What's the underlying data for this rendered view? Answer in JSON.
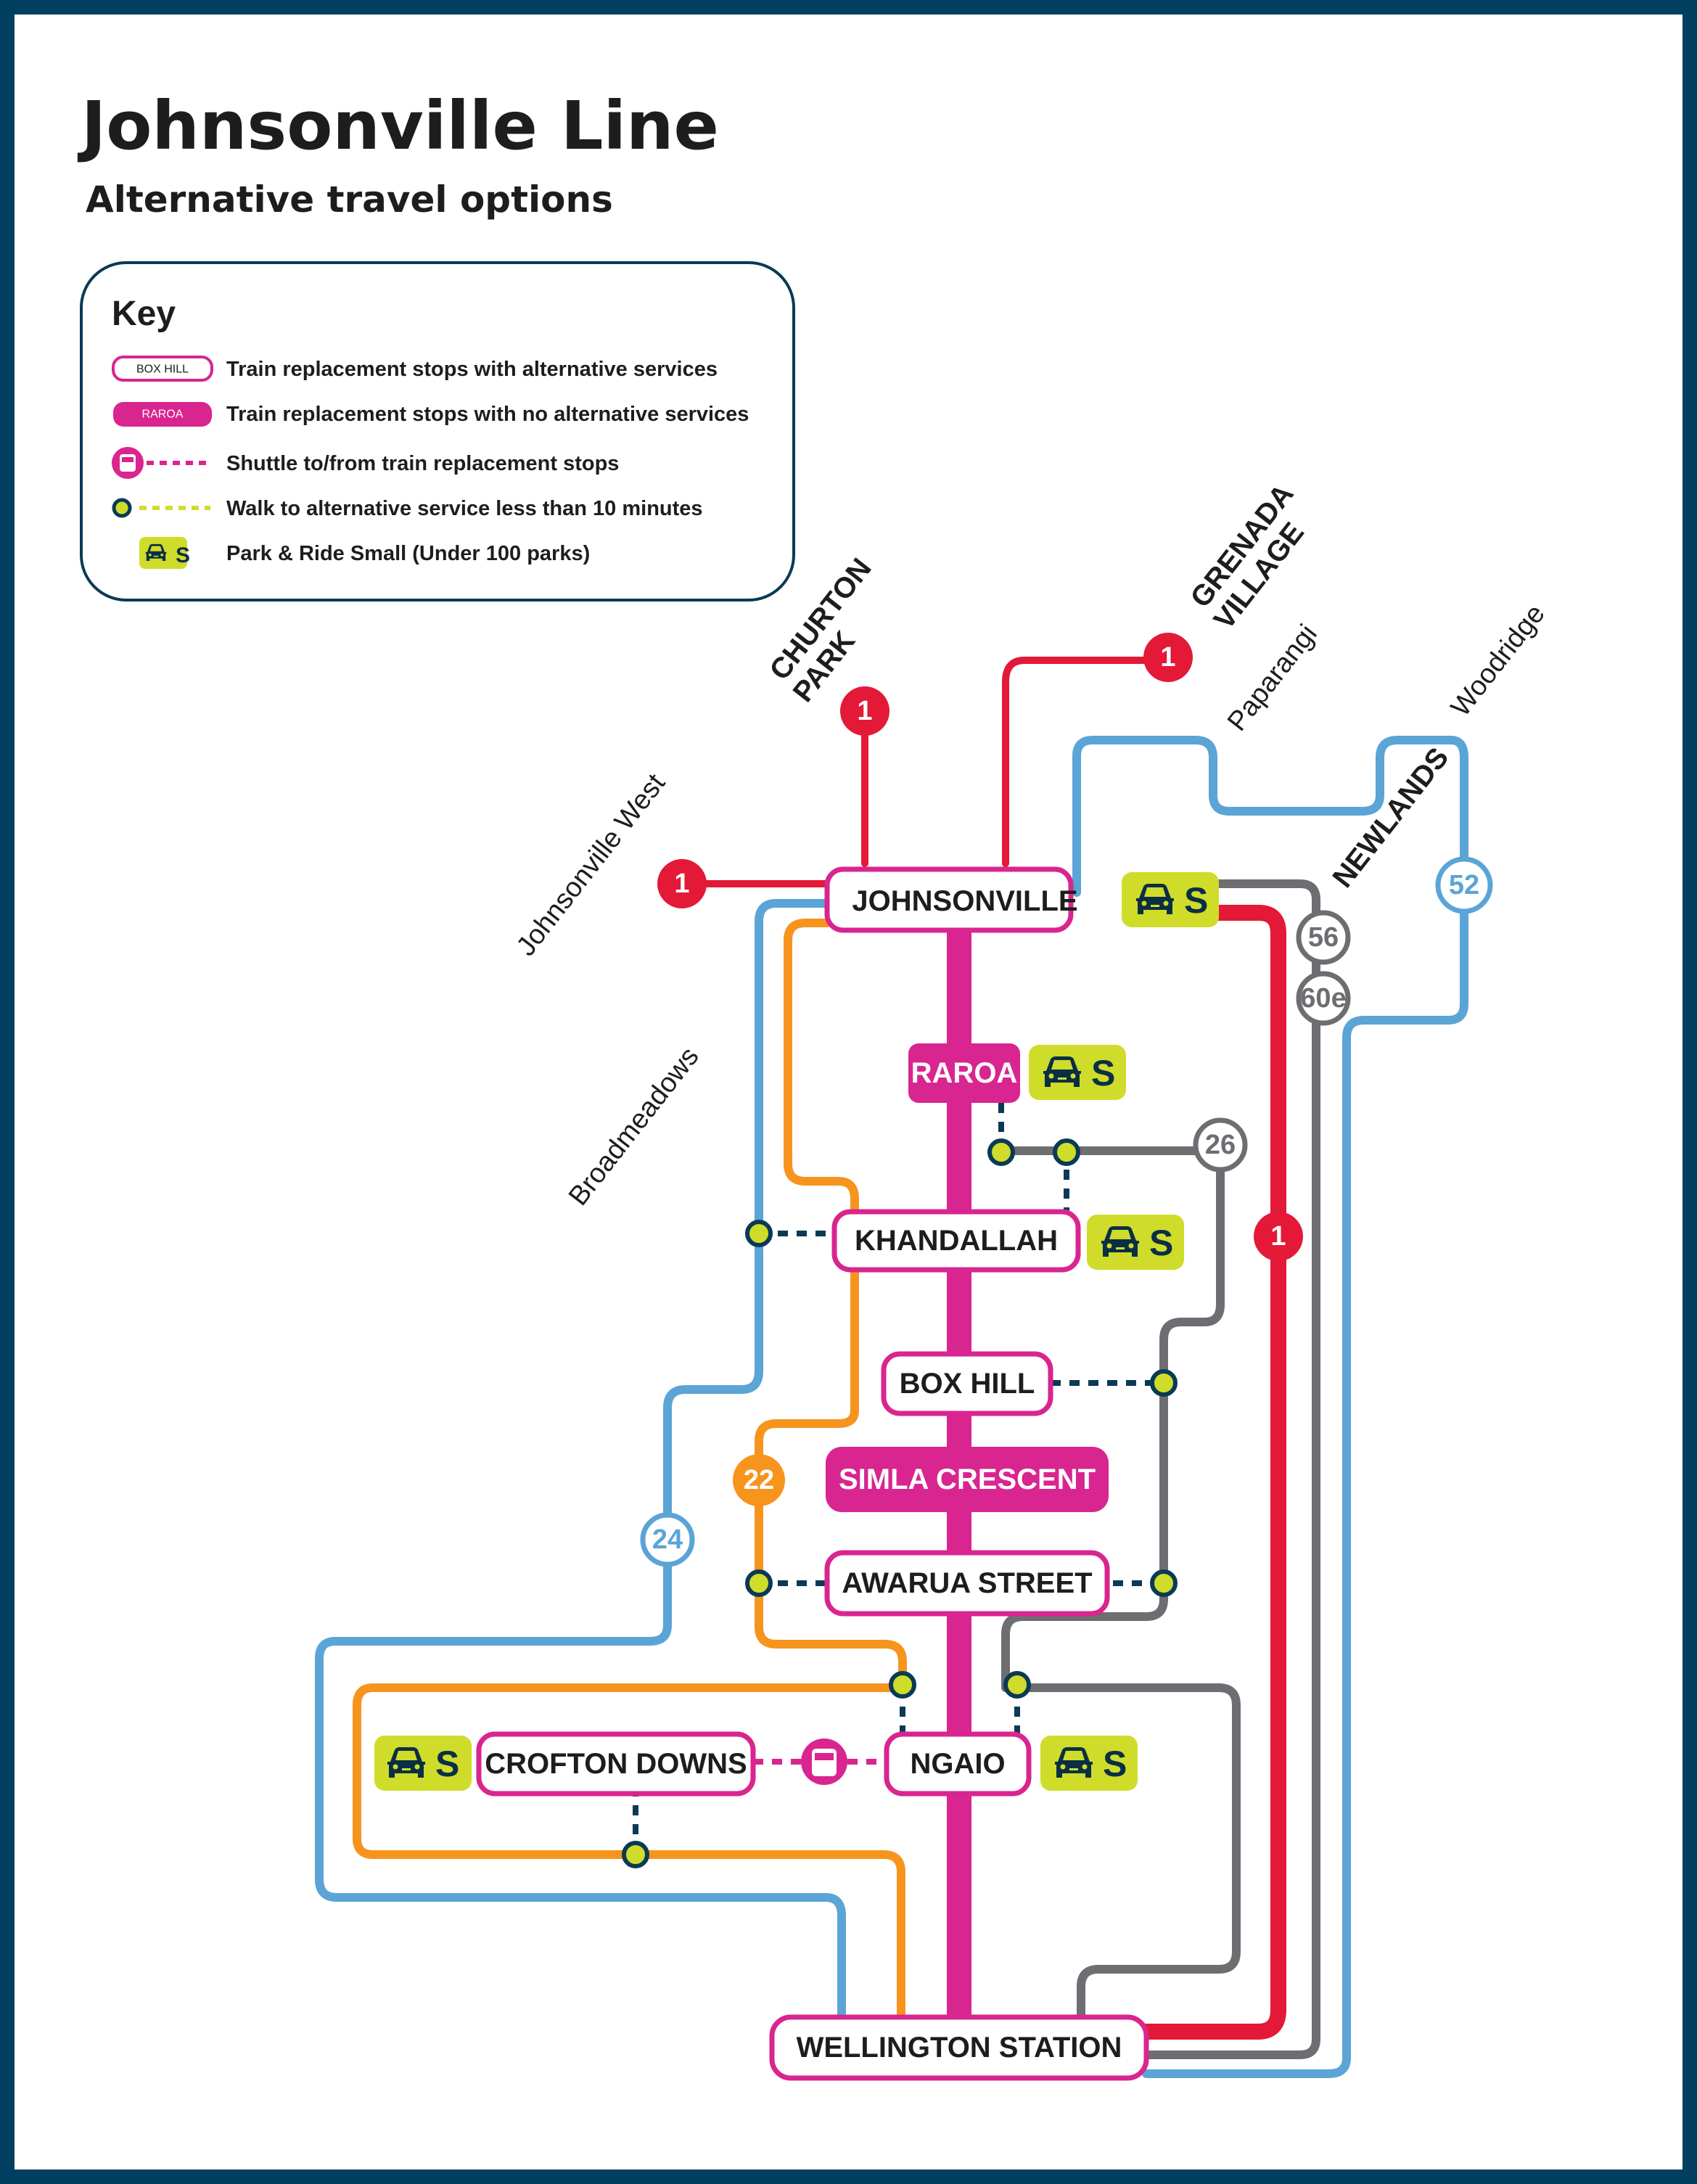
{
  "header": {
    "title": "Johnsonville Line",
    "subtitle": "Alternative travel options"
  },
  "key": {
    "title": "Key",
    "items": [
      {
        "sample": "BOX HILL",
        "label": "Train replacement stops with alternative services"
      },
      {
        "sample": "RAROA",
        "label": "Train replacement stops with no alternative services"
      },
      {
        "sample": "shuttle-icon",
        "label": "Shuttle to/from train replacement stops"
      },
      {
        "sample": "walk-node-icon",
        "label": "Walk to alternative service less than 10 minutes"
      },
      {
        "sample": "S",
        "label": "Park & Ride Small (Under 100 parks)"
      }
    ]
  },
  "colors": {
    "frame": "#003f5f",
    "magenta": "#d9258f",
    "red": "#e31937",
    "blue": "#5ba4d6",
    "orange": "#f7941d",
    "grey": "#6d6e71",
    "lime": "#cfdc2a",
    "navy": "#0a2f45"
  },
  "stations": {
    "johnsonville": "JOHNSONVILLE",
    "raroa": "RAROA",
    "khandallah": "KHANDALLAH",
    "box_hill": "BOX HILL",
    "simla_crescent": "SIMLA CRESCENT",
    "awarua_street": "AWARUA STREET",
    "ngaio": "NGAIO",
    "crofton_downs": "CROFTON DOWNS",
    "wellington": "WELLINGTON STATION"
  },
  "areas": {
    "churton_park_1": "CHURTON",
    "churton_park_2": "PARK",
    "grenada_1": "GRENADA",
    "grenada_2": "VILLAGE",
    "johnsonville_west": "Johnsonville West",
    "paparangi": "Paparangi",
    "woodridge": "Woodridge",
    "newlands": "NEWLANDS",
    "broadmeadows": "Broadmeadows"
  },
  "routes": {
    "r1": "1",
    "r22": "22",
    "r24": "24",
    "r26": "26",
    "r52": "52",
    "r56": "56",
    "r60e": "60e"
  },
  "park_ride_label": "S"
}
